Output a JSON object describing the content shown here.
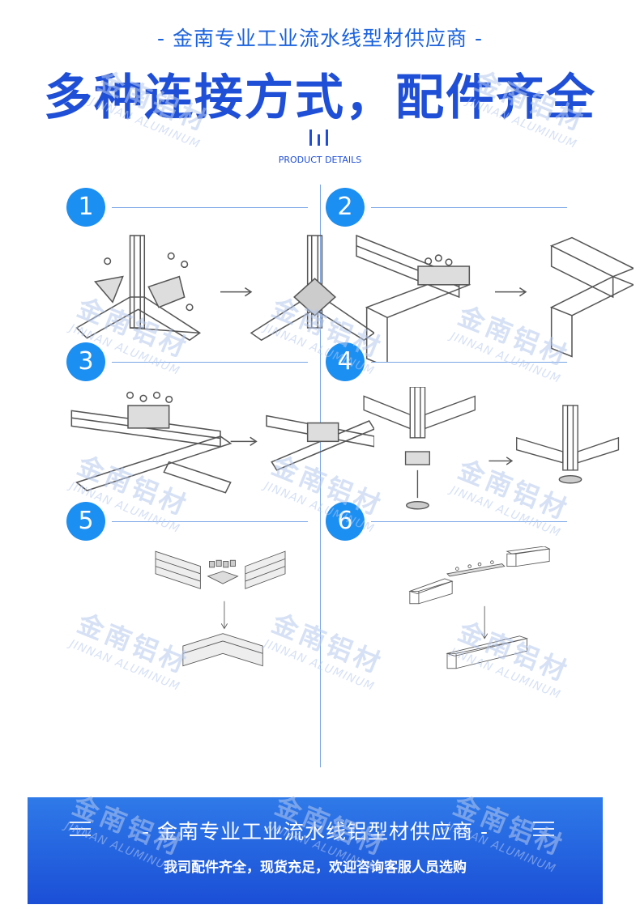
{
  "header": {
    "tagline": "- 金南专业工业流水线型材供应商 -",
    "headline": "多种连接方式，配件齐全",
    "subtitle": "PRODUCT DETAILS"
  },
  "watermark": {
    "zh": "金南铝材",
    "en": "JINNAN ALUMINUM"
  },
  "steps": [
    {
      "number": "1"
    },
    {
      "number": "2"
    },
    {
      "number": "3"
    },
    {
      "number": "4"
    },
    {
      "number": "5"
    },
    {
      "number": "6"
    }
  ],
  "footer": {
    "title": "- 金南专业工业流水线铝型材供应商 -",
    "text": "我司配件齐全，现货充足，欢迎咨询客服人员选购"
  },
  "colors": {
    "brand": "#1f4fd6",
    "step_circle": "#1c8ff2",
    "banner_top": "#2f7ae9",
    "banner_bottom": "#1b4fd6"
  }
}
